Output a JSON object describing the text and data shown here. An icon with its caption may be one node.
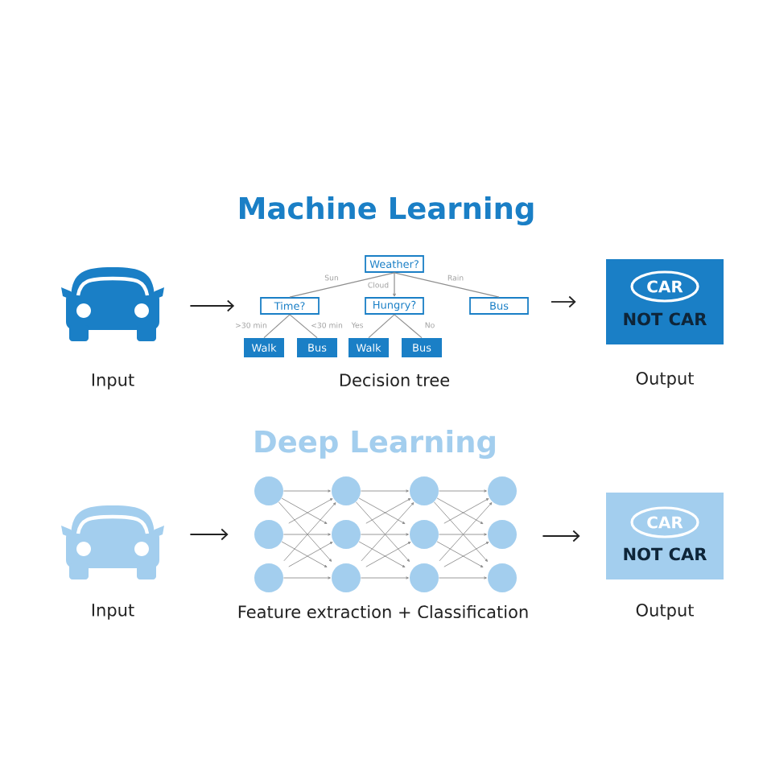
{
  "diagram": {
    "nodes": [
      {
        "text": [],
        "shape": "picture",
        "beside": [
          "Input"
        ]
      },
      {
        "text": [
          "Weather?"
        ]
      },
      {
        "text": [
          "Time?"
        ]
      },
      {
        "text": [
          "Hungry?"
        ]
      },
      {
        "text": [
          "Bus"
        ]
      },
      {
        "text": [
          "Walk"
        ]
      },
      {
        "text": [
          "Bus"
        ]
      },
      {
        "text": [
          "Walk"
        ]
      },
      {
        "text": [
          "Bus"
        ]
      },
      {
        "text": [
          "NOT CAR"
        ],
        "beside": [
          "Output"
        ]
      },
      {
        "text": [
          "CAR"
        ],
        "in": 9
      },
      {
        "text": [],
        "shape": "picture",
        "beside": [
          "Input"
        ]
      },
      {
        "text": [],
        "shape": "circle"
      },
      {
        "text": [],
        "shape": "circle"
      },
      {
        "text": [],
        "shape": "circle"
      },
      {
        "text": [],
        "shape": "circle"
      },
      {
        "text": [],
        "shape": "circle"
      },
      {
        "text": [],
        "shape": "circle"
      },
      {
        "text": [],
        "shape": "circle"
      },
      {
        "text": [],
        "shape": "circle"
      },
      {
        "text": [],
        "shape": "circle"
      },
      {
        "text": [],
        "shape": "circle"
      },
      {
        "text": [],
        "shape": "circle"
      },
      {
        "text": [],
        "shape": "circle"
      },
      {
        "text": [
          "NOT CAR"
        ],
        "beside": [
          "Output"
        ]
      },
      {
        "text": [
          "CAR"
        ],
        "in": 24
      }
    ],
    "edges": [
      {
        "from": 0,
        "to": 2,
        "arrow": "to",
        "color": "#222222"
      },
      {
        "from": 1,
        "to": 2,
        "arrow": "none",
        "label": "Sun"
      },
      {
        "from": 1,
        "to": 3,
        "arrow": "to",
        "label": "Cloud"
      },
      {
        "from": 1,
        "to": 4,
        "arrow": "none",
        "label": "Rain"
      },
      {
        "from": 2,
        "to": 5,
        "arrow": "none",
        "label": ">30 min"
      },
      {
        "from": 2,
        "to": 6,
        "arrow": "none",
        "label": "<30 min"
      },
      {
        "from": 3,
        "to": 7,
        "arrow": "none",
        "label": "Yes"
      },
      {
        "from": 3,
        "to": 8,
        "arrow": "none",
        "label": "No"
      },
      {
        "from": 4,
        "to": 9,
        "arrow": "to",
        "color": "#222222"
      },
      {
        "from": 11,
        "to": 13,
        "arrow": "to",
        "color": "#222222"
      },
      {
        "from": 12,
        "to": 15,
        "arrow": "to"
      },
      {
        "from": 12,
        "to": 16,
        "arrow": "to"
      },
      {
        "from": 12,
        "to": 17,
        "arrow": "to"
      },
      {
        "from": 13,
        "to": 15,
        "arrow": "to"
      },
      {
        "from": 13,
        "to": 16,
        "arrow": "to"
      },
      {
        "from": 13,
        "to": 17,
        "arrow": "to"
      },
      {
        "from": 14,
        "to": 15,
        "arrow": "to"
      },
      {
        "from": 14,
        "to": 16,
        "arrow": "to"
      },
      {
        "from": 14,
        "to": 17,
        "arrow": "to"
      },
      {
        "from": 15,
        "to": 18,
        "arrow": "to"
      },
      {
        "from": 15,
        "to": 19,
        "arrow": "to"
      },
      {
        "from": 15,
        "to": 20,
        "arrow": "to"
      },
      {
        "from": 16,
        "to": 18,
        "arrow": "to"
      },
      {
        "from": 16,
        "to": 19,
        "arrow": "to"
      },
      {
        "from": 16,
        "to": 20,
        "arrow": "to"
      },
      {
        "from": 17,
        "to": 18,
        "arrow": "to"
      },
      {
        "from": 17,
        "to": 19,
        "arrow": "to"
      },
      {
        "from": 17,
        "to": 20,
        "arrow": "to"
      },
      {
        "from": 18,
        "to": 21,
        "arrow": "to"
      },
      {
        "from": 18,
        "to": 22,
        "arrow": "to"
      },
      {
        "from": 18,
        "to": 23,
        "arrow": "to"
      },
      {
        "from": 19,
        "to": 21,
        "arrow": "to"
      },
      {
        "from": 19,
        "to": 22,
        "arrow": "to"
      },
      {
        "from": 19,
        "to": 23,
        "arrow": "to"
      },
      {
        "from": 20,
        "to": 21,
        "arrow": "to"
      },
      {
        "from": 20,
        "to": 22,
        "arrow": "to"
      },
      {
        "from": 20,
        "to": 23,
        "arrow": "to"
      },
      {
        "from": 22,
        "to": 24,
        "arrow": "to",
        "color": "#222222"
      }
    ],
    "labels": [
      "Machine Learning",
      "Decision tree",
      "Deep Learning",
      "Feature extraction + Classification"
    ]
  }
}
